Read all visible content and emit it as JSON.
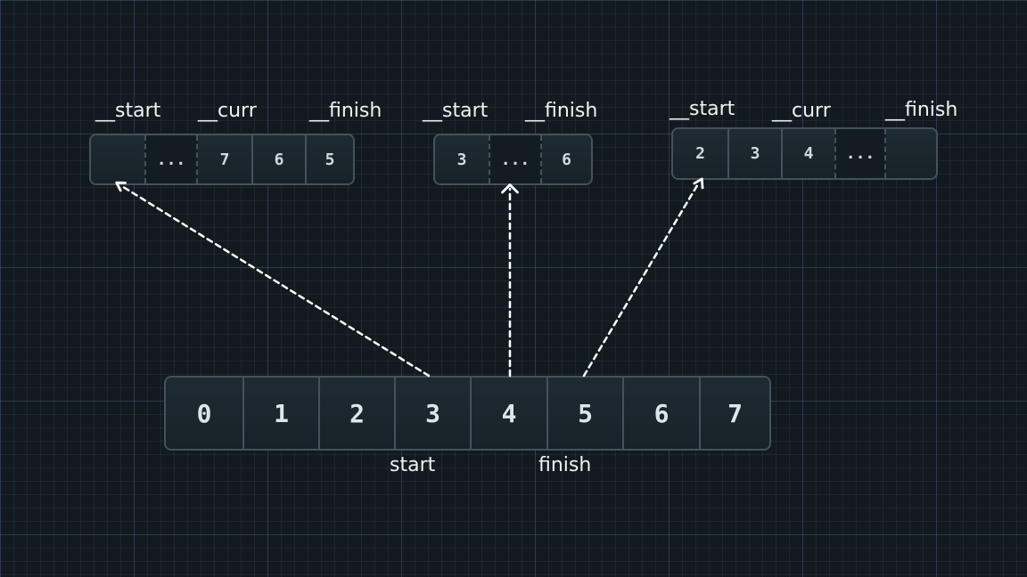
{
  "blocks": [
    {
      "labels": [
        "__start",
        "__curr",
        "__finish"
      ],
      "cells": [
        {
          "value": "",
          "kind": "empty"
        },
        {
          "value": "...",
          "kind": "dashed"
        },
        {
          "value": "7",
          "kind": "value"
        },
        {
          "value": "6",
          "kind": "value"
        },
        {
          "value": "5",
          "kind": "value"
        }
      ]
    },
    {
      "labels": [
        "__start",
        "__finish"
      ],
      "cells": [
        {
          "value": "3",
          "kind": "value"
        },
        {
          "value": "...",
          "kind": "dashed"
        },
        {
          "value": "6",
          "kind": "value"
        }
      ]
    },
    {
      "labels": [
        "__start",
        "__curr",
        "__finish"
      ],
      "cells": [
        {
          "value": "2",
          "kind": "value"
        },
        {
          "value": "3",
          "kind": "value"
        },
        {
          "value": "4",
          "kind": "value"
        },
        {
          "value": "...",
          "kind": "dashed"
        },
        {
          "value": "",
          "kind": "empty"
        }
      ]
    }
  ],
  "map": {
    "cells": [
      "0",
      "1",
      "2",
      "3",
      "4",
      "5",
      "6",
      "7"
    ],
    "start_label": "start",
    "finish_label": "finish"
  },
  "arrow_color": "#ffffff",
  "background_color": "#121a20"
}
